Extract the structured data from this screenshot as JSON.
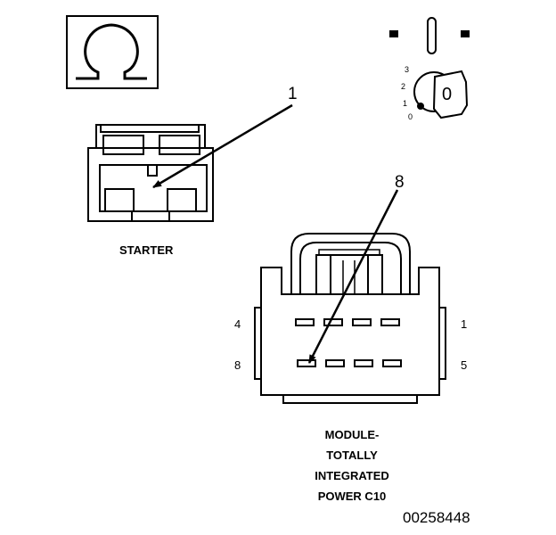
{
  "icons": {
    "ohmmeter": "omega-ohm-symbol-icon",
    "ignition": "ignition-key-switch-icon"
  },
  "ohm_symbol": "Ω",
  "ignition": {
    "positions": [
      "3",
      "2",
      "1",
      "0"
    ],
    "key_label": "0"
  },
  "starter": {
    "callout": "1",
    "label": "STARTER"
  },
  "module": {
    "callout": "8",
    "pin_labels": {
      "top_left": "4",
      "top_right": "1",
      "bottom_left": "8",
      "bottom_right": "5"
    },
    "title_lines": [
      "MODULE-",
      "TOTALLY",
      "INTEGRATED",
      "POWER C10"
    ]
  },
  "figure_number": "00258448"
}
